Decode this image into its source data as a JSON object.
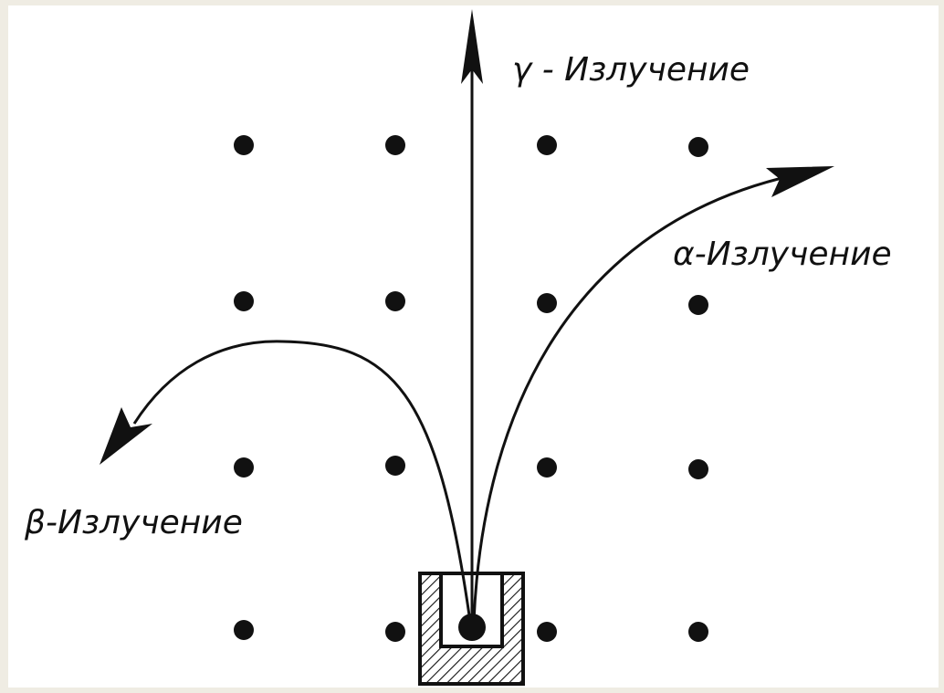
{
  "diagram": {
    "labels": {
      "gamma": "γ - Излучение",
      "alpha": "α-Излучение",
      "beta": "β-Излучение"
    },
    "colors": {
      "background": "#ffffff",
      "ink": "#111111",
      "border": "#efece3"
    }
  }
}
